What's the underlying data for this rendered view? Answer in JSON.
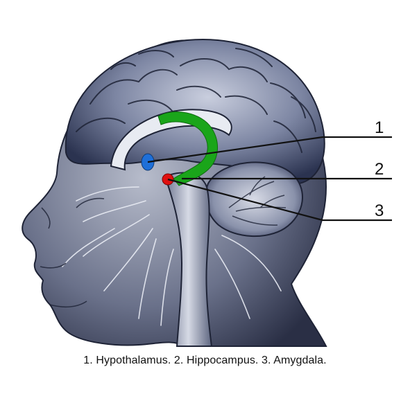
{
  "labels": {
    "one": "1",
    "two": "2",
    "three": "3"
  },
  "caption": "1. Hypothalamus. 2. Hippocampus. 3. Amygdala.",
  "colors": {
    "hypothalamus": "#1e6fd8",
    "hippocampus": "#1aa51a",
    "amygdala": "#e01010",
    "ink": "#2b3350",
    "leader": "#111111"
  }
}
